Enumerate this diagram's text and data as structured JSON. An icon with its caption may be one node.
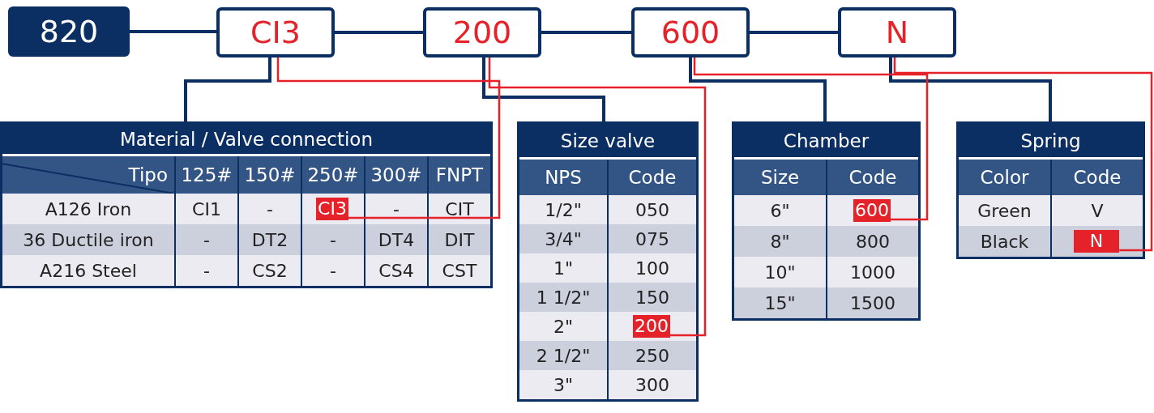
{
  "diagram": {
    "nodes": [
      {
        "text": [
          "820"
        ]
      },
      {
        "text": [
          "CI3"
        ]
      },
      {
        "text": [
          "200"
        ]
      },
      {
        "text": [
          "600"
        ]
      },
      {
        "text": [
          "N"
        ]
      },
      {
        "text": [
          "Material / Valve connection",
          "Tipo",
          "125#",
          "150#",
          "250#",
          "300#",
          "FNPT",
          "A126 Iron",
          "CI1",
          "-",
          "-",
          "CIT",
          "36 Ductile iron",
          "-",
          "DT2",
          "-",
          "DT4",
          "DIT",
          "A216 Steel",
          "-",
          "CS2",
          "-",
          "CS4",
          "CST"
        ]
      },
      {
        "text": [
          "CI3"
        ],
        "in": 5
      },
      {
        "text": [
          "Size valve",
          "NPS",
          "Code",
          "1/2\"",
          "050",
          "3/4\"",
          "075",
          "1\"",
          "100",
          "1 1/2\"",
          "150",
          "2\"",
          "2 1/2\"",
          "250",
          "3\"",
          "300"
        ]
      },
      {
        "text": [
          "200"
        ],
        "in": 7
      },
      {
        "text": [
          "Chamber",
          "Size",
          "Code",
          "6\"",
          "8\"",
          "800",
          "10\"",
          "1000",
          "15\"",
          "1500"
        ]
      },
      {
        "text": [
          "600"
        ],
        "in": 9
      },
      {
        "text": [
          "Spring",
          "Color",
          "Code",
          "Green",
          "V",
          "Black"
        ]
      },
      {
        "text": [
          "N"
        ],
        "in": 11
      }
    ],
    "edges": [
      {
        "from": 0,
        "to": 1,
        "arrow": "none"
      },
      {
        "from": 1,
        "to": 2,
        "arrow": "none"
      },
      {
        "from": 2,
        "to": 3,
        "arrow": "none"
      },
      {
        "from": 3,
        "to": 4,
        "arrow": "none"
      },
      {
        "from": 1,
        "to": 5,
        "arrow": "none"
      },
      {
        "from": 2,
        "to": 7,
        "arrow": "none"
      },
      {
        "from": 3,
        "to": 9,
        "arrow": "none"
      },
      {
        "from": 4,
        "to": 11,
        "arrow": "none"
      },
      {
        "from": 1,
        "to": 6,
        "arrow": "none",
        "color": "#e52229"
      },
      {
        "from": 2,
        "to": 8,
        "arrow": "none",
        "color": "#e52229"
      },
      {
        "from": 3,
        "to": 10,
        "arrow": "none",
        "color": "#e52229"
      },
      {
        "from": 4,
        "to": 12,
        "arrow": "none",
        "color": "#e52229"
      }
    ]
  }
}
